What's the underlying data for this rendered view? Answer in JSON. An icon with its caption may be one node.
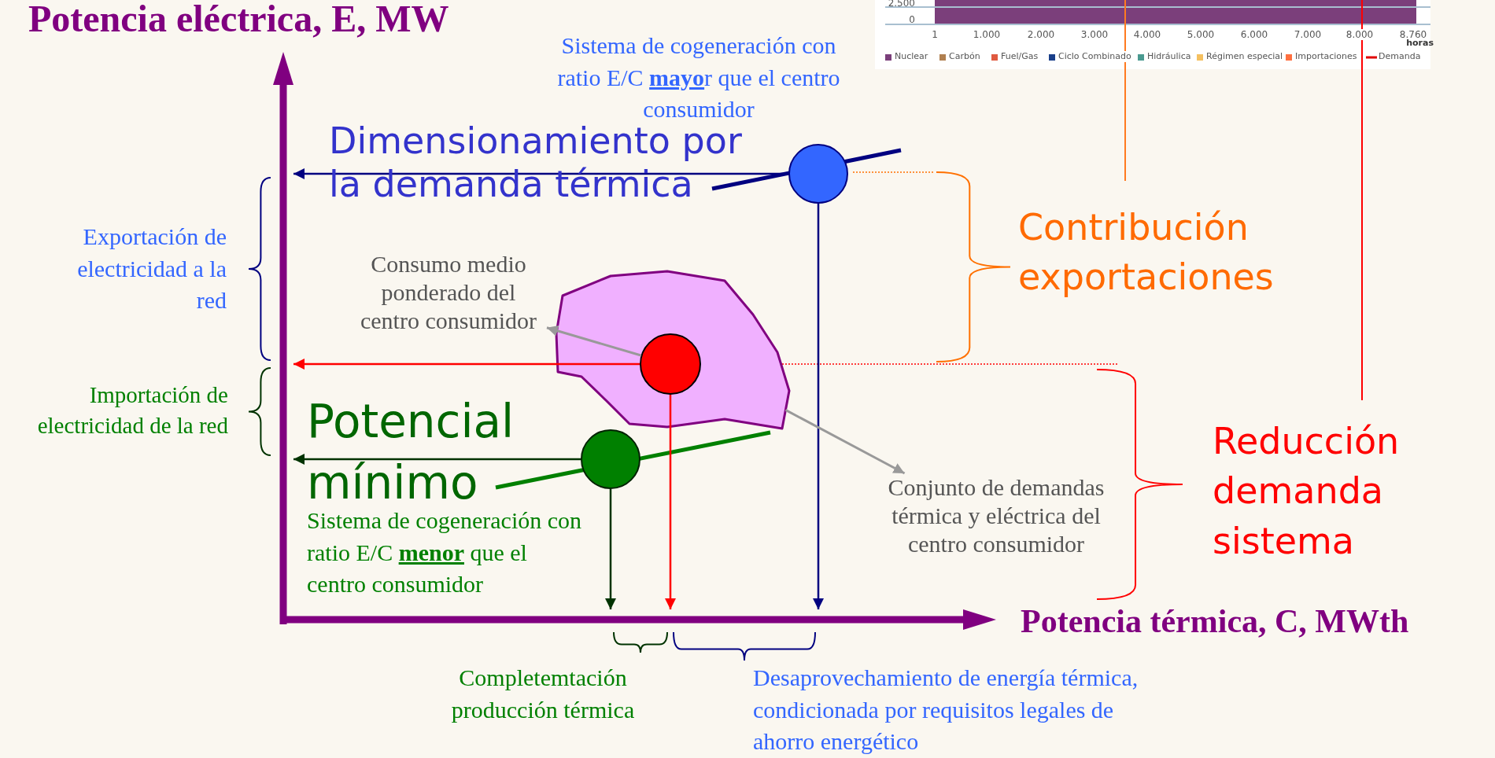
{
  "diagram": {
    "nodes": [
      {
        "text": [
          "Potencia eléctrica, E, MW"
        ]
      },
      {
        "text": [],
        "shape": "circle"
      },
      {
        "text": [],
        "shape": "blob"
      },
      {
        "text": [],
        "shape": "circle",
        "in": 2
      },
      {
        "text": [],
        "shape": "circle"
      },
      {
        "text": [
          "Consumo medio ponderado del centro consumidor"
        ]
      },
      {
        "text": [
          "Conjunto de demandas térmica y eléctrica del centro consumidor"
        ]
      },
      {
        "text": [
          "Potencia térmica, C, MWth"
        ]
      }
    ],
    "edges": [
      {
        "from": 1,
        "to": 0,
        "arrow": "to",
        "color": "#000080"
      },
      {
        "from": 1,
        "to": 7,
        "arrow": "to",
        "color": "#000080"
      },
      {
        "from": 3,
        "to": 0,
        "arrow": "to",
        "color": "#ff0000"
      },
      {
        "from": 3,
        "to": 7,
        "arrow": "to",
        "color": "#ff0000"
      },
      {
        "from": 4,
        "to": 0,
        "arrow": "to",
        "color": "#003300"
      },
      {
        "from": 4,
        "to": 7,
        "arrow": "to",
        "color": "#003300"
      },
      {
        "from": 3,
        "to": 5,
        "arrow": "to",
        "color": "#999999"
      },
      {
        "from": 2,
        "to": 6,
        "arrow": "to",
        "color": "#999999"
      }
    ],
    "labels": [
      "2.500",
      "0",
      "1",
      "1.000",
      "2.000",
      "3.000",
      "4.000",
      "5.000",
      "6.000",
      "7.000",
      "8.000",
      "8.760",
      "horas",
      "Sistema de cogeneración con ratio E/C **mayo**r que el centro consumidor",
      "Dimensionamiento por la demanda térmica",
      "Exportación de electricidad a la red",
      "Contribución exportaciones",
      "Importación de electricidad de la red",
      "Potencial mínimo",
      "Reducción demanda sistema",
      "Sistema de cogeneración con ratio E/C **menor** que el centro consumidor",
      "Completemtación producción térmica",
      "Desaprovechamiento de energía térmica, condicionada por requisitos legales de ahorro energético"
    ],
    "legend": [
      {
        "text": "Nuclear",
        "color": "#7b3f7b"
      },
      {
        "text": "Carbón",
        "color": "#b08050"
      },
      {
        "text": "Fuel/Gas",
        "color": "#e05a40"
      },
      {
        "text": "Ciclo Combinado",
        "color": "#1a3f8a"
      },
      {
        "text": "Hidráulica",
        "color": "#4a9a90"
      },
      {
        "text": "Régimen especial",
        "color": "#f5c060"
      },
      {
        "text": "Importaciones",
        "color": "#ff7040"
      },
      {
        "text": "Demanda"
      }
    ]
  }
}
